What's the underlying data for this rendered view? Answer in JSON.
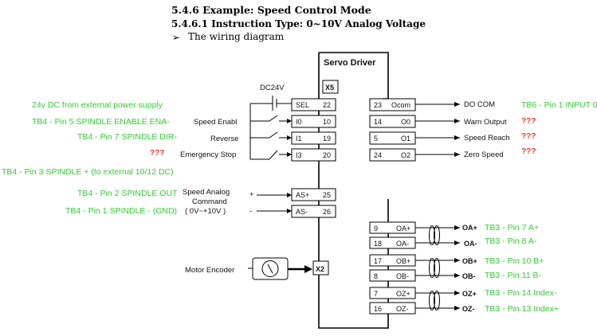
{
  "header": {
    "section": "5.4.6 Example: Speed Control Mode",
    "subsection": "5.4.6.1 Instruction Type: 0~10V Analog Voltage",
    "bullet": "➢",
    "bullet_text": "The wiring diagram"
  },
  "driver": {
    "title": "Servo Driver",
    "x5_label": "X5",
    "x2_label": "X2"
  },
  "power": {
    "label": "DC24V"
  },
  "left_pins": [
    {
      "id": "SEL",
      "code": "SEL",
      "num": "22",
      "signal": "",
      "note": "24v DC from external power supply",
      "note_color": "green"
    },
    {
      "id": "I0",
      "code": "I0",
      "num": "10",
      "signal": "Speed Enabl",
      "note": "TB4 - Pin 5 SPINDLE ENABLE ENA-",
      "note_color": "green"
    },
    {
      "id": "I1",
      "code": "I1",
      "num": "19",
      "signal": "Reverse",
      "note": "TB4 - Pin 7 SPINDLE DIR-",
      "note_color": "green"
    },
    {
      "id": "I3",
      "code": "I3",
      "num": "20",
      "signal": "Emergency Stop",
      "note": "???",
      "note_color": "red"
    }
  ],
  "analog": {
    "note_top": "TB4 - Pin 3 SPINDLE + (to external 10/12 DC)",
    "label_line1": "Speed Analog",
    "label_line2": "Command",
    "label_line3": "( 0V~+10V )",
    "plus": "+",
    "minus": "-",
    "pins": [
      {
        "code": "AS+",
        "num": "25",
        "note": "TB4 - Pin 2 SPINDLE OUT"
      },
      {
        "code": "AS-",
        "num": "26",
        "note": "TB4 - Pin 1 SPINDLE - (GND)"
      }
    ]
  },
  "right_pins": [
    {
      "num": "23",
      "code": "Ocom",
      "signal": "DO COM",
      "note": "TB6 - Pin 1 INPUT 0",
      "note_color": "green"
    },
    {
      "num": "14",
      "code": "O0",
      "signal": "Warn Output",
      "note": "???",
      "note_color": "red"
    },
    {
      "num": "5",
      "code": "O1",
      "signal": "Speed Reach",
      "note": "???",
      "note_color": "red"
    },
    {
      "num": "24",
      "code": "O2",
      "signal": "Zero Speed",
      "note": "???",
      "note_color": "red"
    }
  ],
  "encoder": {
    "label": "Motor Encoder",
    "pairs": [
      {
        "num": "9",
        "code": "OA+",
        "signal": "OA+",
        "note": "TB3 - Pin 7 A+"
      },
      {
        "num": "18",
        "code": "OA-",
        "signal": "OA-",
        "note": "TB3 - Pin 8 A-"
      },
      {
        "num": "17",
        "code": "OB+",
        "signal": "OB+",
        "note": "TB3 - Pin 10 B+"
      },
      {
        "num": "8",
        "code": "OB-",
        "signal": "OB-",
        "note": "TB3 - Pin 11 B-"
      },
      {
        "num": "7",
        "code": "OZ+",
        "signal": "OZ+",
        "note": "TB3 - Pin 14 Index-"
      },
      {
        "num": "16",
        "code": "OZ-",
        "signal": "OZ-",
        "note": "TB3 - Pin 13 Index+"
      }
    ]
  },
  "colors": {
    "note_green": "#33cc33",
    "note_red": "#ff3333",
    "line": "#000000"
  }
}
